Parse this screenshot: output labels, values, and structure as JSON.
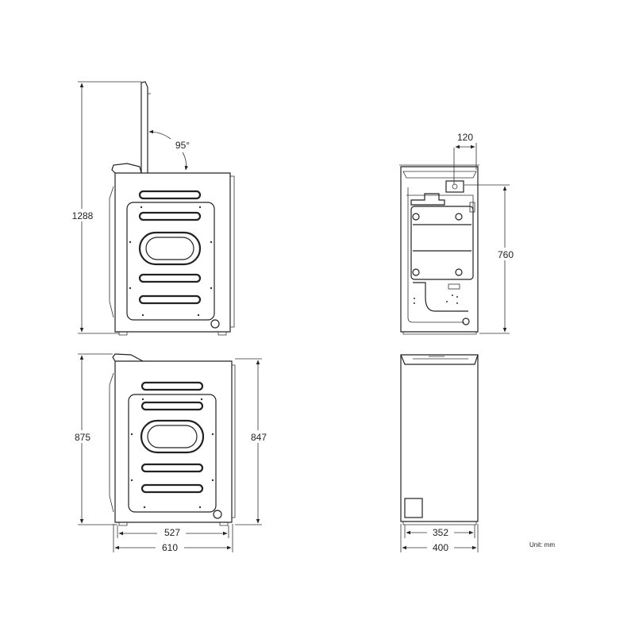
{
  "dimensions": {
    "open_height": "1288",
    "lid_angle": "95°",
    "height_total": "875",
    "height_body": "847",
    "depth_inner": "527",
    "depth_total": "610",
    "hose_offset": "120",
    "hose_height": "760",
    "width_inner": "352",
    "width_total": "400"
  },
  "unit_label": "Unit: mm"
}
